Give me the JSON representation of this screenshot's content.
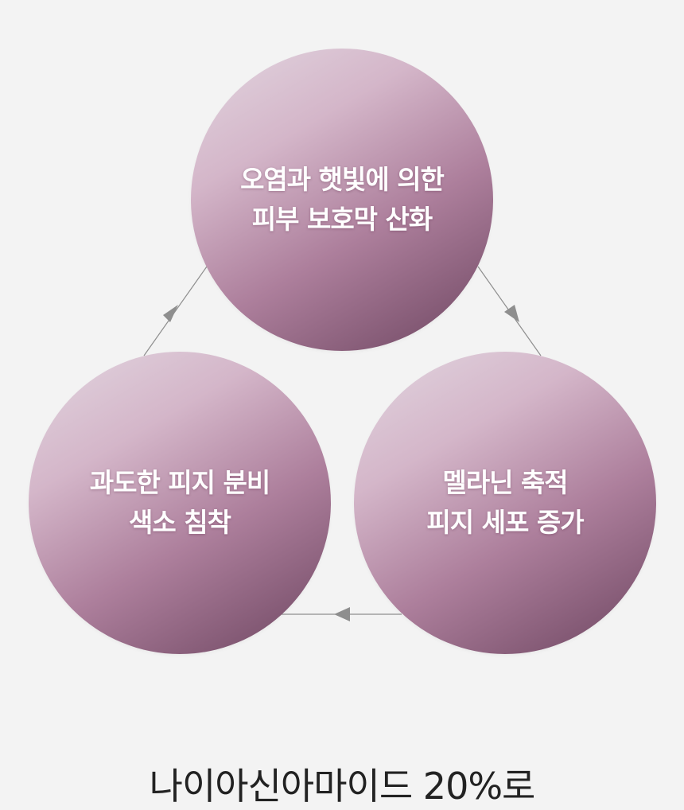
{
  "cycle": {
    "top": {
      "lines": [
        "오염과 햇빛에 의한",
        "피부 보호막 산화"
      ]
    },
    "right": {
      "lines": [
        "멜라닌 축적",
        "피지 세포 증가"
      ]
    },
    "left": {
      "lines": [
        "과도한 피지 분비",
        "색소 침착"
      ]
    },
    "arrow_color": "#8e8e8e",
    "circle_colors": [
      "#e2d6e0",
      "#d4b6c9",
      "#ad7f9c",
      "#6d4560"
    ]
  },
  "footer": {
    "headline": "나이아신아마이드 20%로"
  }
}
